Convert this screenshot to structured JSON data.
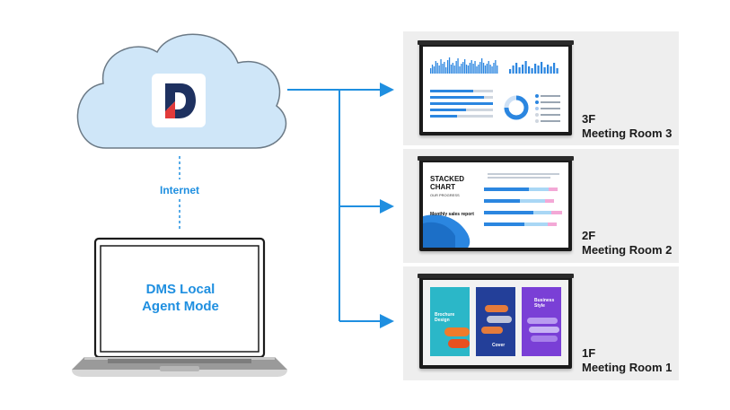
{
  "connection_label": "Internet",
  "laptop": {
    "line1": "DMS Local",
    "line2": "Agent Mode"
  },
  "cloud": {
    "icon": "dms-logo-icon",
    "color": "#cfe6f8"
  },
  "colors": {
    "accent": "#1f8fe0",
    "panel": "#eeeeee"
  },
  "rooms": [
    {
      "floor": "3F",
      "name": "Meeting Room 3",
      "screen_type": "dashboard"
    },
    {
      "floor": "2F",
      "name": "Meeting Room 2",
      "screen_type": "stacked-chart",
      "screen_title": "STACKED\nCHART",
      "screen_subtitle": "OUR PROGRESS",
      "screen_caption": "Monthly sales report"
    },
    {
      "floor": "1F",
      "name": "Meeting Room 1",
      "screen_type": "brochure",
      "card_1_title": "Brochure\nDesign",
      "card_2_title": "Cover",
      "card_3_title": "Business\nStyle"
    }
  ]
}
